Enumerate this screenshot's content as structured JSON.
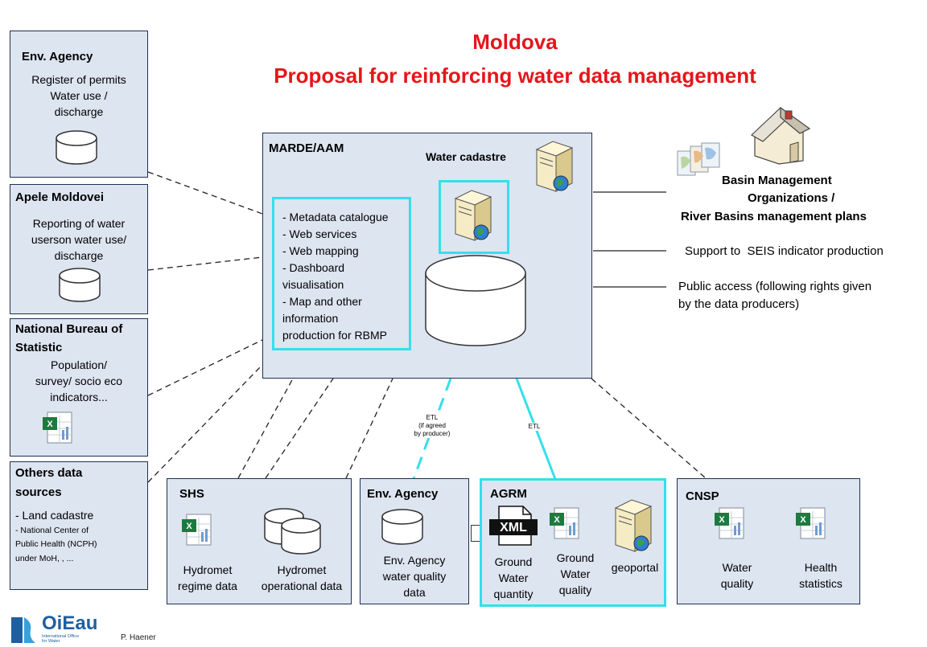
{
  "title": {
    "line1": "Moldova",
    "line2": "Proposal for reinforcing water data management"
  },
  "left_boxes": {
    "env_agency": {
      "title": "Env. Agency",
      "line1": "Register of permits",
      "line2": "Water use /",
      "line3": "discharge"
    },
    "apele": {
      "title": "Apele Moldovei",
      "line1": "Reporting of water",
      "line2": "userson water use/",
      "line3": "discharge"
    },
    "nbs": {
      "title1": "National Bureau of",
      "title2": "Statistic",
      "line1": "Population/",
      "line2": "survey/ socio eco",
      "line3": "indicators..."
    },
    "others": {
      "title1": "Others data",
      "title2": "sources",
      "item1": "- Land cadastre",
      "item2a": "- National Center of",
      "item2b": "Public Health (NCPH)",
      "item2c": "under MoH, , ..."
    }
  },
  "center": {
    "title": "MARDE/AAM",
    "water_cadastre": "Water cadastre",
    "list": [
      "- Metadata catalogue",
      "- Web services",
      "- Web mapping",
      "- Dashboard",
      "visualisation",
      "- Map and other",
      "information",
      "production for RBMP"
    ]
  },
  "right": {
    "bmo1": "Basin Management",
    "bmo2": "Organizations /",
    "bmo3": "River Basins management plans",
    "seis": "Support to  SEIS indicator production",
    "public1": "Public access (following rights given",
    "public2": "by the data producers)"
  },
  "etl": {
    "left1": "ETL",
    "left2": "(if agreed",
    "left3": "by producer)",
    "right": "ETL"
  },
  "bottom": {
    "shs": {
      "title": "SHS",
      "a1": "Hydromet",
      "a2": "regime data",
      "b1": "Hydromet",
      "b2": "operational data"
    },
    "env": {
      "title": "Env. Agency",
      "l1": "Env. Agency",
      "l2": "water quality",
      "l3": "data"
    },
    "agrm": {
      "title": "AGRM",
      "xml": "XML",
      "a1": "Ground",
      "a2": "Water",
      "a3": "quantity",
      "b1": "Ground",
      "b2": "Water",
      "b3": "quality",
      "c1": "geoportal"
    },
    "cnsp": {
      "title": "CNSP",
      "a1": "Water",
      "a2": "quality",
      "b1": "Health",
      "b2": "statistics"
    }
  },
  "footer": {
    "logo": "OiEau",
    "logo_sub1": "International Office",
    "logo_sub2": "for Water",
    "author": "P. Haener"
  },
  "colors": {
    "title_red": "#e4161b",
    "box_fill": "#dde5f1",
    "cyan": "#33e0ea",
    "logo_blue": "#1e5fa0"
  }
}
